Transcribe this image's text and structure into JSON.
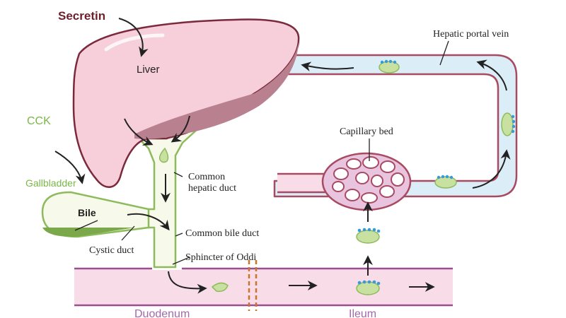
{
  "labels": {
    "secretin": "Secretin",
    "liver": "Liver",
    "cck": "CCK",
    "gallbladder": "Gallbladder",
    "bile": "Bile",
    "cystic_duct": "Cystic duct",
    "common_hepatic_duct_line1": "Common",
    "common_hepatic_duct_line2": "hepatic duct",
    "common_bile_duct": "Common bile duct",
    "sphincter": "Sphincter of Oddi",
    "capillary_bed": "Capillary bed",
    "portal_vein": "Hepatic portal vein",
    "duodenum": "Duodenum",
    "ileum": "Ileum"
  },
  "colors": {
    "secretin": "#6e1f2b",
    "cck": "#7ab648",
    "liver_fill": "#f6cfda",
    "liver_shadow": "#b98090",
    "liver_outline": "#7a2a3c",
    "duct_fill": "#f7f9ea",
    "duct_outline": "#8dbb5c",
    "vein_fill": "#dbedf6",
    "vein_outline": "#a84a62",
    "intestine_fill": "#f8dde8",
    "intestine_outline": "#9a4f93",
    "vesicle_fill": "#c8e1a0",
    "vesicle_dots": "#3a9ad9",
    "intestine_label": "#a46aa8",
    "sphincter_marker": "#c8762e"
  }
}
